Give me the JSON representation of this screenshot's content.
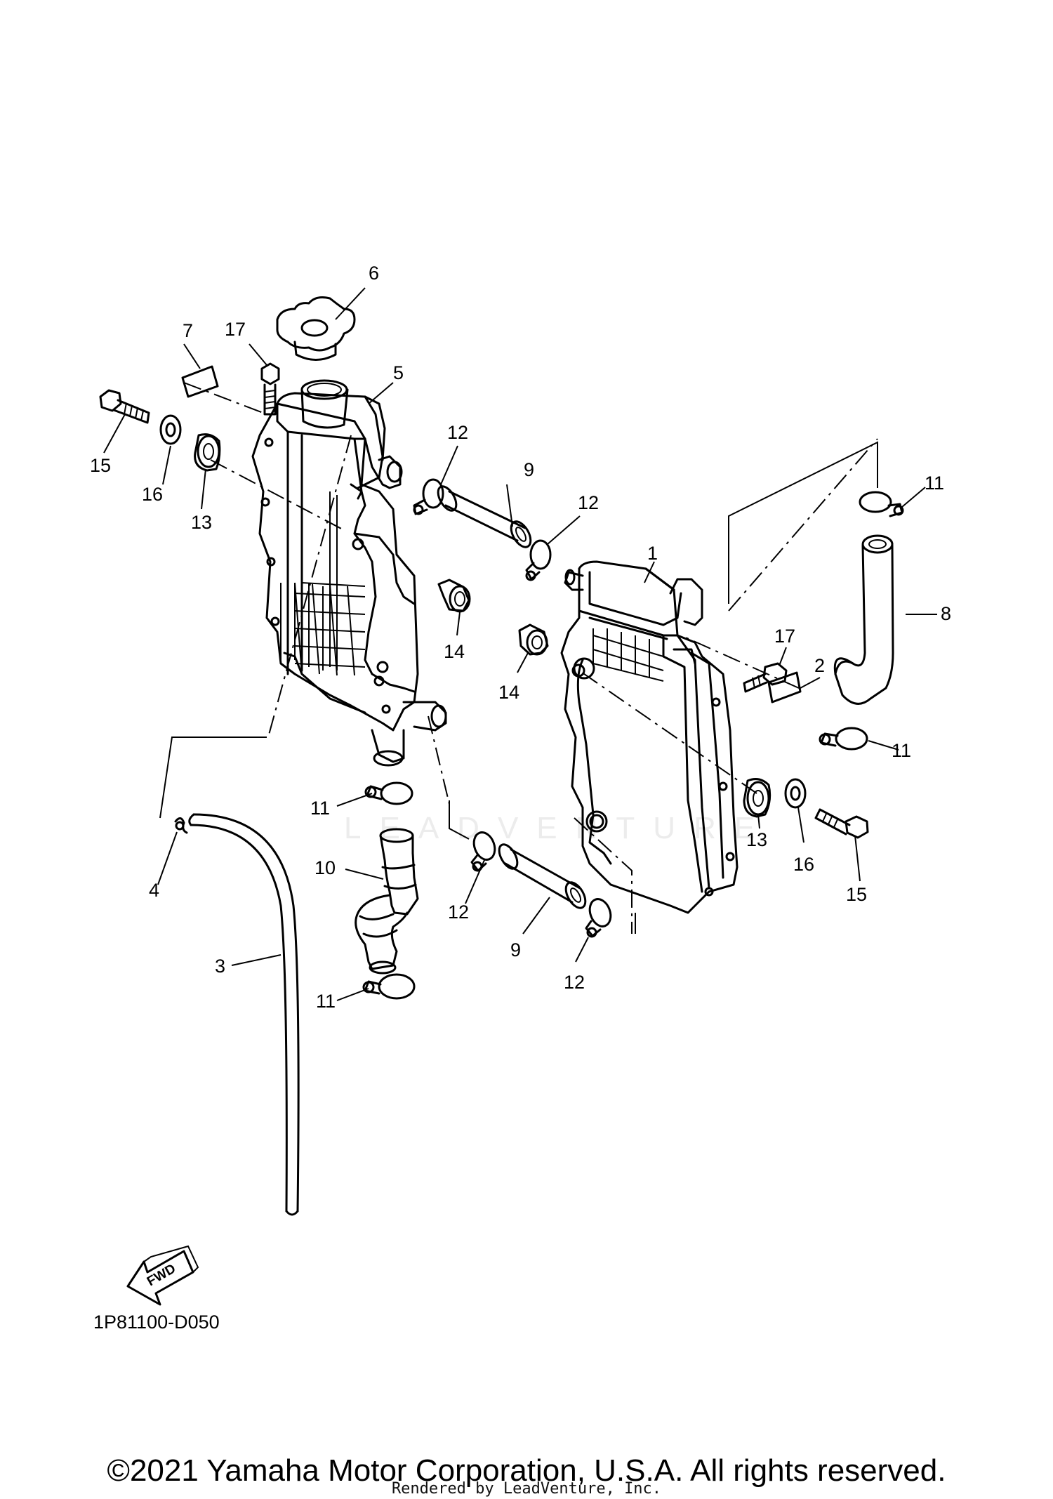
{
  "diagram": {
    "callouts": {
      "c1": "1",
      "c2": "2",
      "c3": "3",
      "c4": "4",
      "c5": "5",
      "c6": "6",
      "c7": "7",
      "c8": "8",
      "c9a": "9",
      "c9b": "9",
      "c10": "10",
      "c11a": "11",
      "c11b": "11",
      "c11c": "11",
      "c11d": "11",
      "c12a": "12",
      "c12b": "12",
      "c12c": "12",
      "c12d": "12",
      "c13a": "13",
      "c13b": "13",
      "c14a": "14",
      "c14b": "14",
      "c15a": "15",
      "c15b": "15",
      "c16a": "16",
      "c16b": "16",
      "c17a": "17",
      "c17b": "17"
    },
    "fwd_label": "FWD",
    "drawing_code": "1P81100-D050"
  },
  "watermark": "LEADVENTURE",
  "footer": {
    "copyright": "©2021 Yamaha Motor Corporation, U.S.A. All rights reserved.",
    "rendered_by": "Rendered by LeadVenture, Inc."
  }
}
